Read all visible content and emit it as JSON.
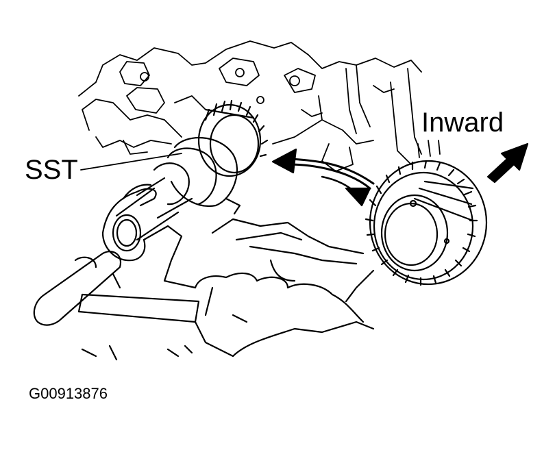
{
  "labels": {
    "sst": "SST",
    "inward": "Inward",
    "figure_id": "G00913876"
  },
  "colors": {
    "line": "#000000",
    "background": "#ffffff"
  }
}
